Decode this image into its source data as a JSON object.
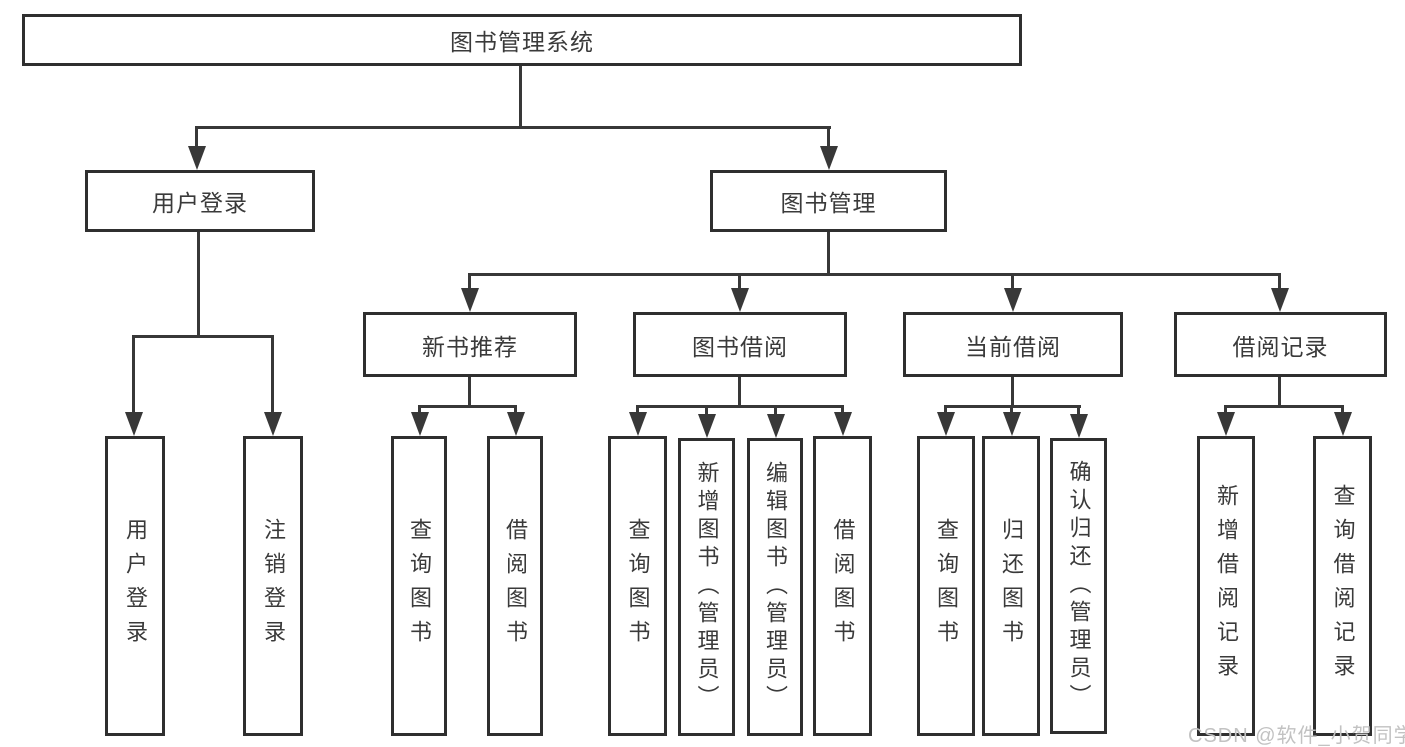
{
  "diagram": {
    "type": "tree",
    "watermark": "CSDN @软件_小贺同学",
    "colors": {
      "background": "#ffffff",
      "line": "#383838",
      "box_border": "#2f2f2f",
      "text": "#3a3a3a",
      "watermark": "#c2c2c2"
    },
    "root": {
      "label": "图书管理系统",
      "children": [
        {
          "label": "用户登录",
          "children": [
            {
              "label": "用户登录"
            },
            {
              "label": "注销登录"
            }
          ]
        },
        {
          "label": "图书管理",
          "children": [
            {
              "label": "新书推荐",
              "children": [
                {
                  "label": "查询图书"
                },
                {
                  "label": "借阅图书"
                }
              ]
            },
            {
              "label": "图书借阅",
              "children": [
                {
                  "label": "查询图书"
                },
                {
                  "label": "新增图书（管理员）"
                },
                {
                  "label": "编辑图书（管理员）"
                },
                {
                  "label": "借阅图书"
                }
              ]
            },
            {
              "label": "当前借阅",
              "children": [
                {
                  "label": "查询图书"
                },
                {
                  "label": "归还图书"
                },
                {
                  "label": "确认归还（管理员）"
                }
              ]
            },
            {
              "label": "借阅记录",
              "children": [
                {
                  "label": "新增借阅记录"
                },
                {
                  "label": "查询借阅记录"
                }
              ]
            }
          ]
        }
      ]
    }
  }
}
